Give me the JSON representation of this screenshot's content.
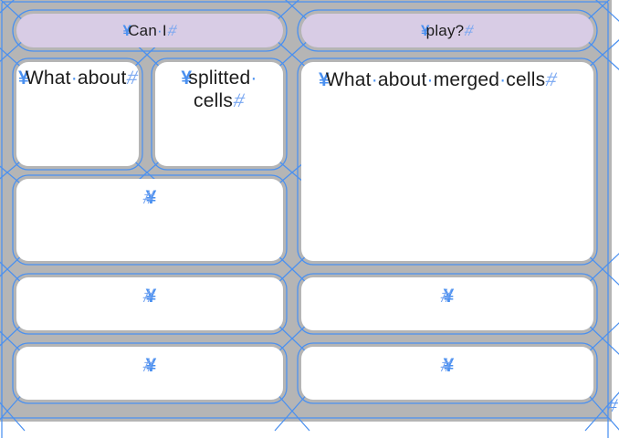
{
  "hidden_characters": {
    "cell_start_marker": "¥",
    "story_end_marker": "#",
    "space_marker": "·"
  },
  "table": {
    "header": {
      "left": {
        "text": "Can I",
        "display": "Can·I"
      },
      "right": {
        "text": "play?",
        "display": "play?"
      }
    },
    "cells": {
      "what_about": {
        "text": "What about",
        "display": "What·about"
      },
      "splitted": {
        "text": "splitted cells",
        "display": "splitted·\ncells"
      },
      "merged": {
        "text": "What about merged cells",
        "display": "What·about·merged·cells"
      },
      "row3_left": {
        "text": "",
        "display": ""
      },
      "row4_left": {
        "text": "",
        "display": ""
      },
      "row4_right": {
        "text": "",
        "display": ""
      },
      "row5_left": {
        "text": "",
        "display": ""
      },
      "row5_right": {
        "text": "",
        "display": ""
      }
    }
  },
  "colors": {
    "gutter_gray": "#b5b5b5",
    "guide_blue": "#4a90f0",
    "header_purple": "#d8cce5",
    "cell_white": "#ffffff",
    "text_black": "#1c1c1c"
  }
}
